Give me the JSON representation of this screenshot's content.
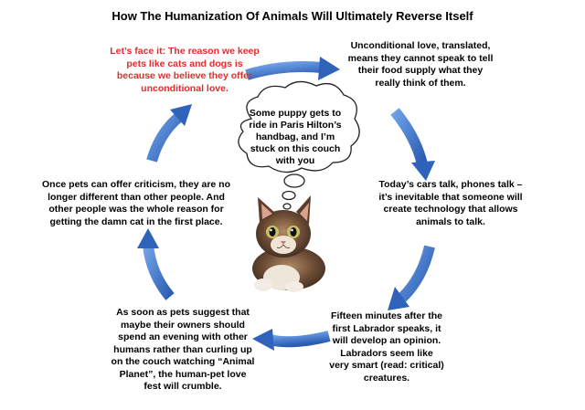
{
  "title": "How The Humanization Of Animals Will Ultimately Reverse Itself",
  "steps": [
    "Let’s face it: The reason we keep pets like cats and dogs is because we believe they offer unconditional love.",
    "Unconditional love, translated, means they cannot speak to tell their food supply what they really think of them.",
    "Today’s cars talk, phones talk – it’s inevitable that someone will create technology that allows animals to talk.",
    "Fifteen minutes after the first Labrador speaks, it will develop an opinion. Labradors seem like very smart (read: critical) creatures.",
    "As soon as pets suggest that maybe their owners should spend an evening with other humans rather than curling up on the couch watching “Animal Planet”, the human-pet love fest will crumble.",
    "Once pets can offer criticism, they are no longer different than other people. And other people was the whole reason for getting the damn cat in the first place."
  ],
  "thought_bubble": "Some puppy gets to ride in Paris Hilton’s handbag, and I’m stuck on this couch with you",
  "colors": {
    "accent_red": "#e8292c",
    "arrow_blue": "#3a6fc4"
  }
}
